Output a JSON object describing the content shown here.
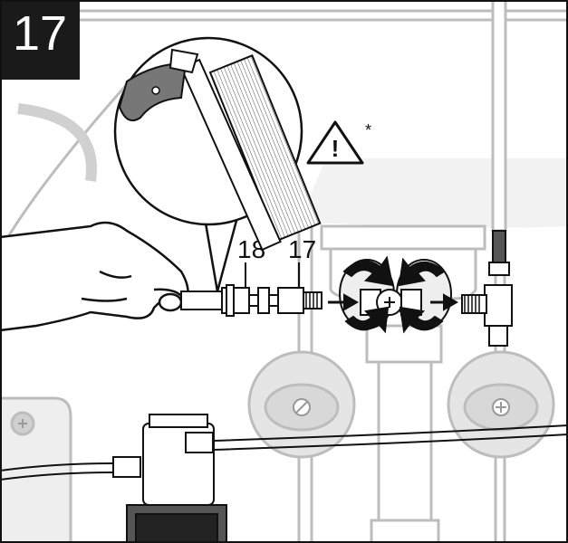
{
  "step": {
    "number": "17"
  },
  "callouts": [
    {
      "id": "18",
      "text": "18"
    },
    {
      "id": "17",
      "text": "17"
    }
  ],
  "warning": {
    "symbol": "!",
    "note_marker": "*"
  },
  "colors": {
    "line": "#111111",
    "fill_gray": "#d9d9d9",
    "fill_light": "#eeeeee",
    "badge": "#1a1a1a"
  }
}
